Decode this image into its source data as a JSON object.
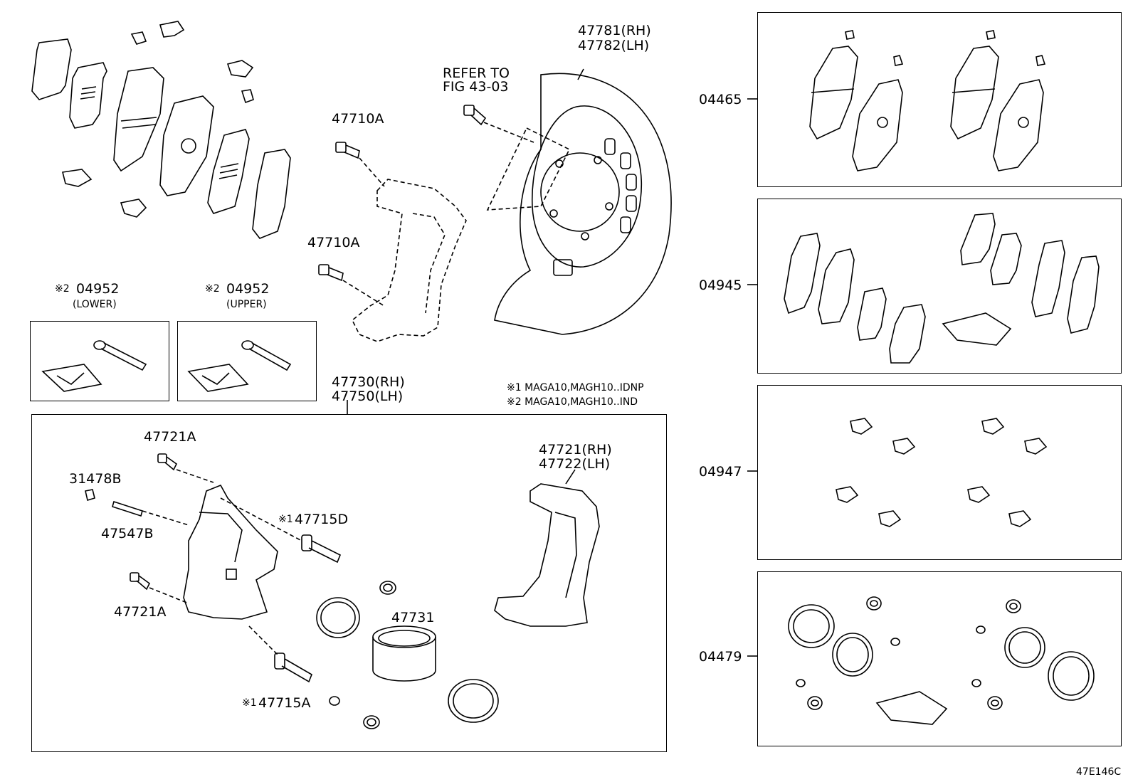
{
  "callouts": {
    "p47781_rh": "47781(RH)",
    "p47782_lh": "47782(LH)",
    "refer_to": "REFER TO",
    "fig_ref": "FIG 43-03",
    "p47710a_top": "47710A",
    "p47710a_bottom": "47710A",
    "p04952_lower_prefix": "※2",
    "p04952_lower": "04952",
    "p04952_lower_note": "(LOWER)",
    "p04952_upper_prefix": "※2",
    "p04952_upper": "04952",
    "p04952_upper_note": "(UPPER)",
    "p47730_rh": "47730(RH)",
    "p47750_lh": "47750(LH)",
    "note1": "※1 MAGA10,MAGH10..IDNP",
    "note2": "※2 MAGA10,MAGH10..IND",
    "p47721a_top": "47721A",
    "p31478b": "31478B",
    "p47547b": "47547B",
    "p47715d_prefix": "※1",
    "p47715d": "47715D",
    "p47721a_bottom": "47721A",
    "p47715a_prefix": "※1",
    "p47715a": "47715A",
    "p47731": "47731",
    "p47721_rh": "47721(RH)",
    "p47722_lh": "47722(LH)",
    "kit_04465": "04465",
    "kit_04945": "04945",
    "kit_04947": "04947",
    "kit_04479": "04479",
    "figure_id": "47E146C"
  },
  "icons": [
    "brake-pad-icon",
    "anti-squeal-shim-icon",
    "pad-clip-icon",
    "disc-dust-cover-icon",
    "caliper-bracket-icon",
    "bolt-icon",
    "slide-pin-icon",
    "piston-icon",
    "piston-seal-icon",
    "grease-pack-icon"
  ]
}
